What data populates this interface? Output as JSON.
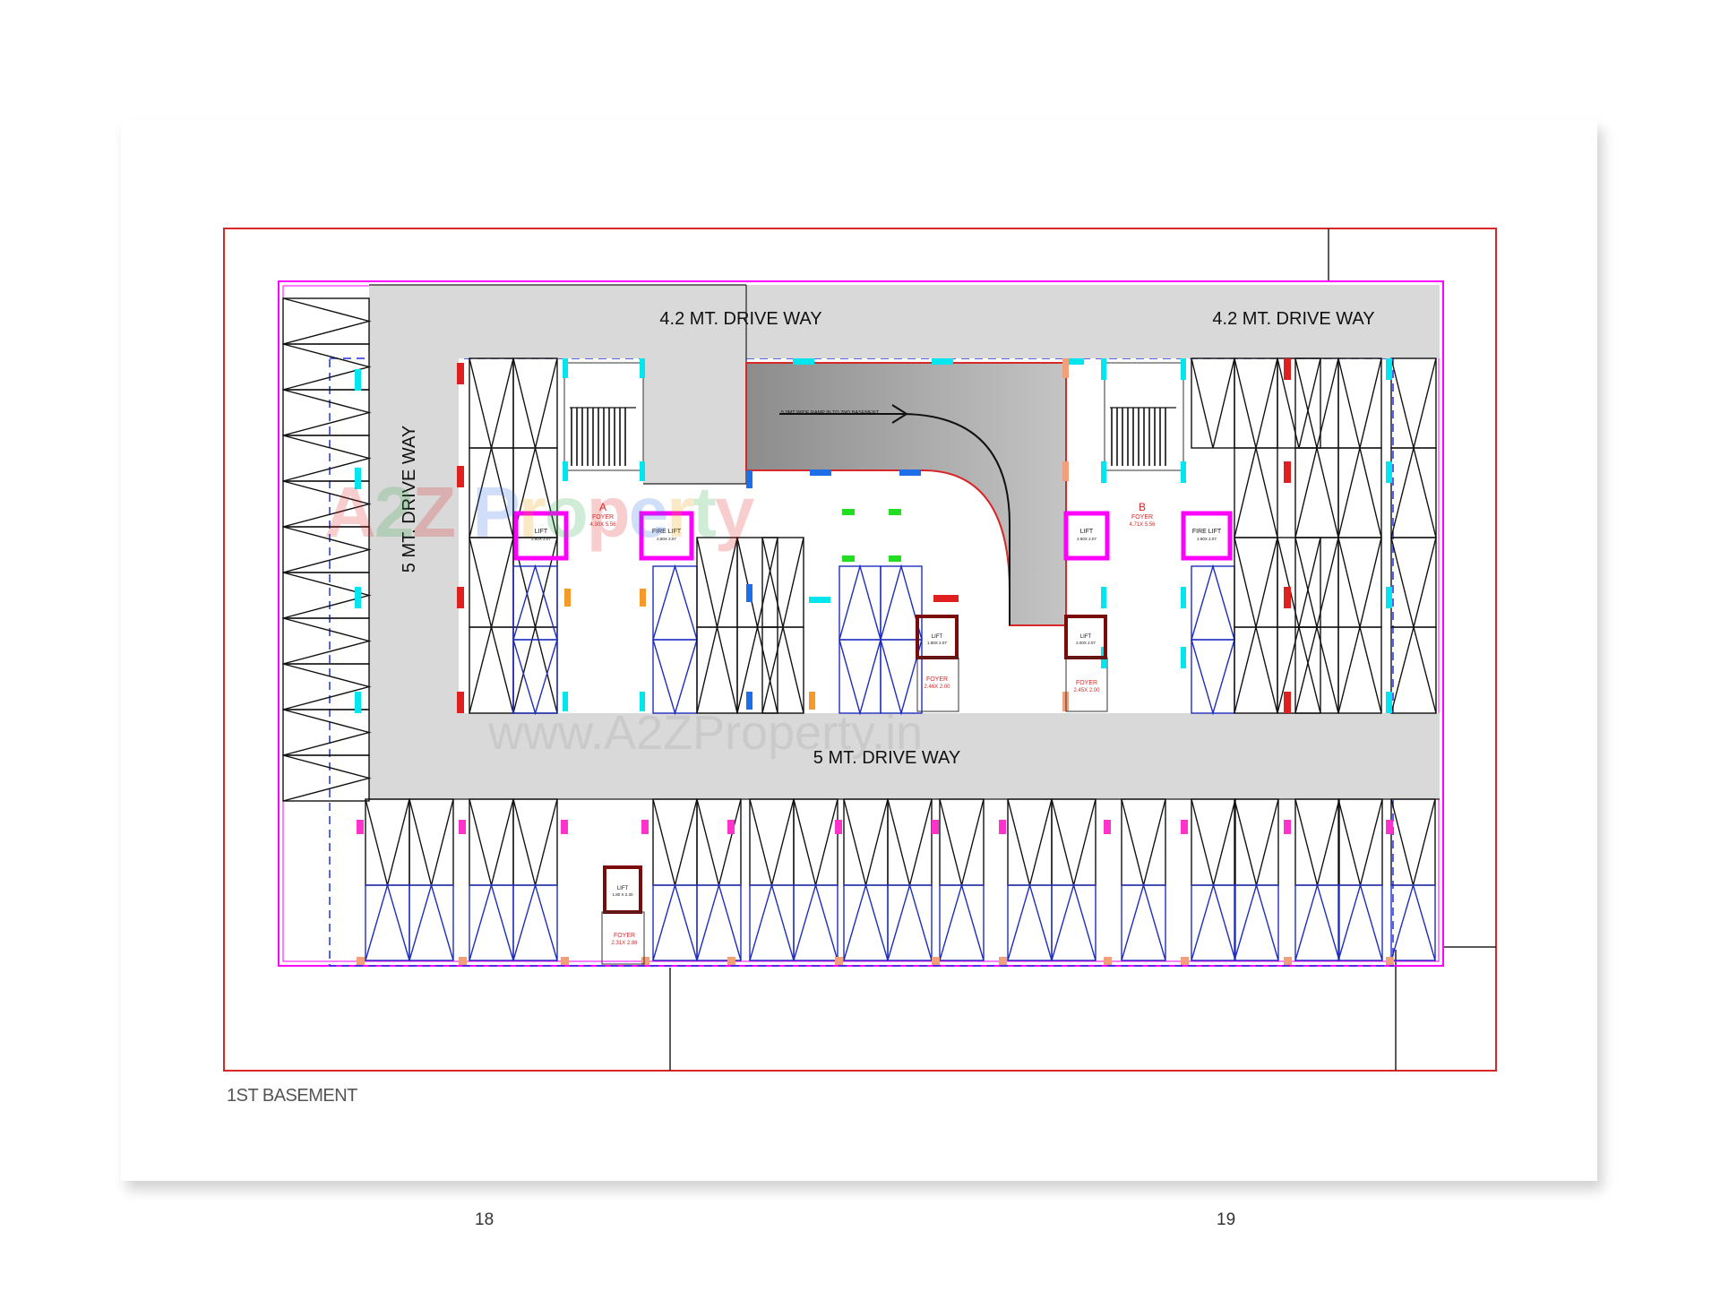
{
  "drawing": {
    "title": "1ST BASEMENT",
    "labels": {
      "drive_top_left": "4.2 MT. DRIVE WAY",
      "drive_top_right": "4.2 MT. DRIVE WAY",
      "drive_left": "5 MT. DRIVE WAY",
      "drive_bottom": "5 MT. DRIVE WAY",
      "ramp": "5.0MT WIDE RAMP IN TO 2ND BASEMENT"
    },
    "wings": [
      {
        "letter": "A",
        "foyer": "FOYER",
        "size": "4.30X 5.56"
      },
      {
        "letter": "B",
        "foyer": "FOYER",
        "size": "4.71X 5.56"
      }
    ],
    "lifts": {
      "lift": "LIFT",
      "fire_lift": "FIRE LIFT",
      "lift_a_size": "2.80X 2.07",
      "fire_lift_a_size": "2.80X 2.07",
      "lift_b_size": "2.80X 2.07",
      "fire_lift_b_size": "2.80X 2.07",
      "small_lift_1_size": "1.80X 2.07",
      "small_lift_2_size": "2.00X 2.07",
      "bottom_lift_size": "1.80 X 2.30"
    },
    "small_foyers": [
      {
        "label": "FOYER",
        "size": "2.46X 2.00"
      },
      {
        "label": "FOYER",
        "size": "2.45X 2.00"
      },
      {
        "label": "FOYER",
        "size": "2.31X 2.86"
      }
    ]
  },
  "watermark": {
    "logo": "A2Z Property",
    "url": "www.A2ZProperty.in"
  },
  "pages": {
    "left": "18",
    "right": "19"
  },
  "colors": {
    "boundary": "#d62828",
    "site": "#ff00ff",
    "driveway": "#d9d9d9",
    "ramp": "#9a9a9a",
    "column": "#00e5ee",
    "stall_black": "#111111",
    "stall_blue": "#1f2dbf"
  }
}
